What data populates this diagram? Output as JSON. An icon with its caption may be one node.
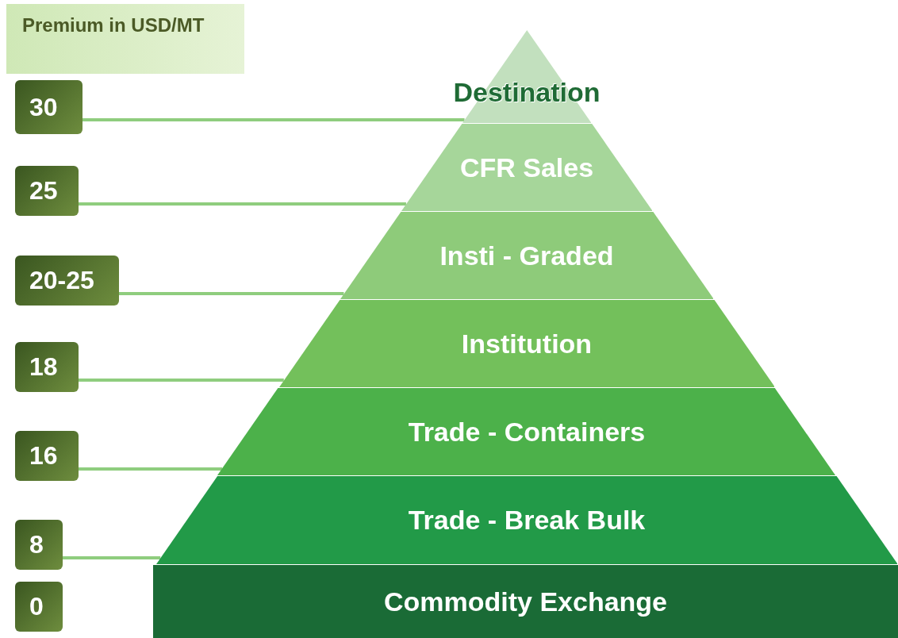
{
  "diagram": {
    "nodes": [
      {
        "text": [
          "Premium in USD/MT"
        ]
      },
      {
        "text": [
          "30"
        ]
      },
      {
        "text": [
          "25"
        ]
      },
      {
        "text": [
          "20-25"
        ]
      },
      {
        "text": [
          "18"
        ]
      },
      {
        "text": [
          "16"
        ]
      },
      {
        "text": [
          "8"
        ]
      },
      {
        "text": [
          "0"
        ]
      },
      {
        "text": [
          "Destination"
        ]
      },
      {
        "text": [
          "CFR Sales"
        ]
      },
      {
        "text": [
          "Insti - Graded"
        ]
      },
      {
        "text": [
          "Institution"
        ]
      },
      {
        "text": [
          "Trade - Containers"
        ]
      },
      {
        "text": [
          "Trade - Break Bulk"
        ]
      },
      {
        "text": [
          "Commodity Exchange"
        ]
      }
    ],
    "edges": [
      {
        "from": 1,
        "to": 8,
        "arrow": "none"
      },
      {
        "from": 2,
        "to": 9,
        "arrow": "none"
      },
      {
        "from": 3,
        "to": 10,
        "arrow": "none"
      },
      {
        "from": 4,
        "to": 11,
        "arrow": "none"
      },
      {
        "from": 5,
        "to": 12,
        "arrow": "none"
      },
      {
        "from": 6,
        "to": 13,
        "arrow": "none"
      }
    ]
  }
}
